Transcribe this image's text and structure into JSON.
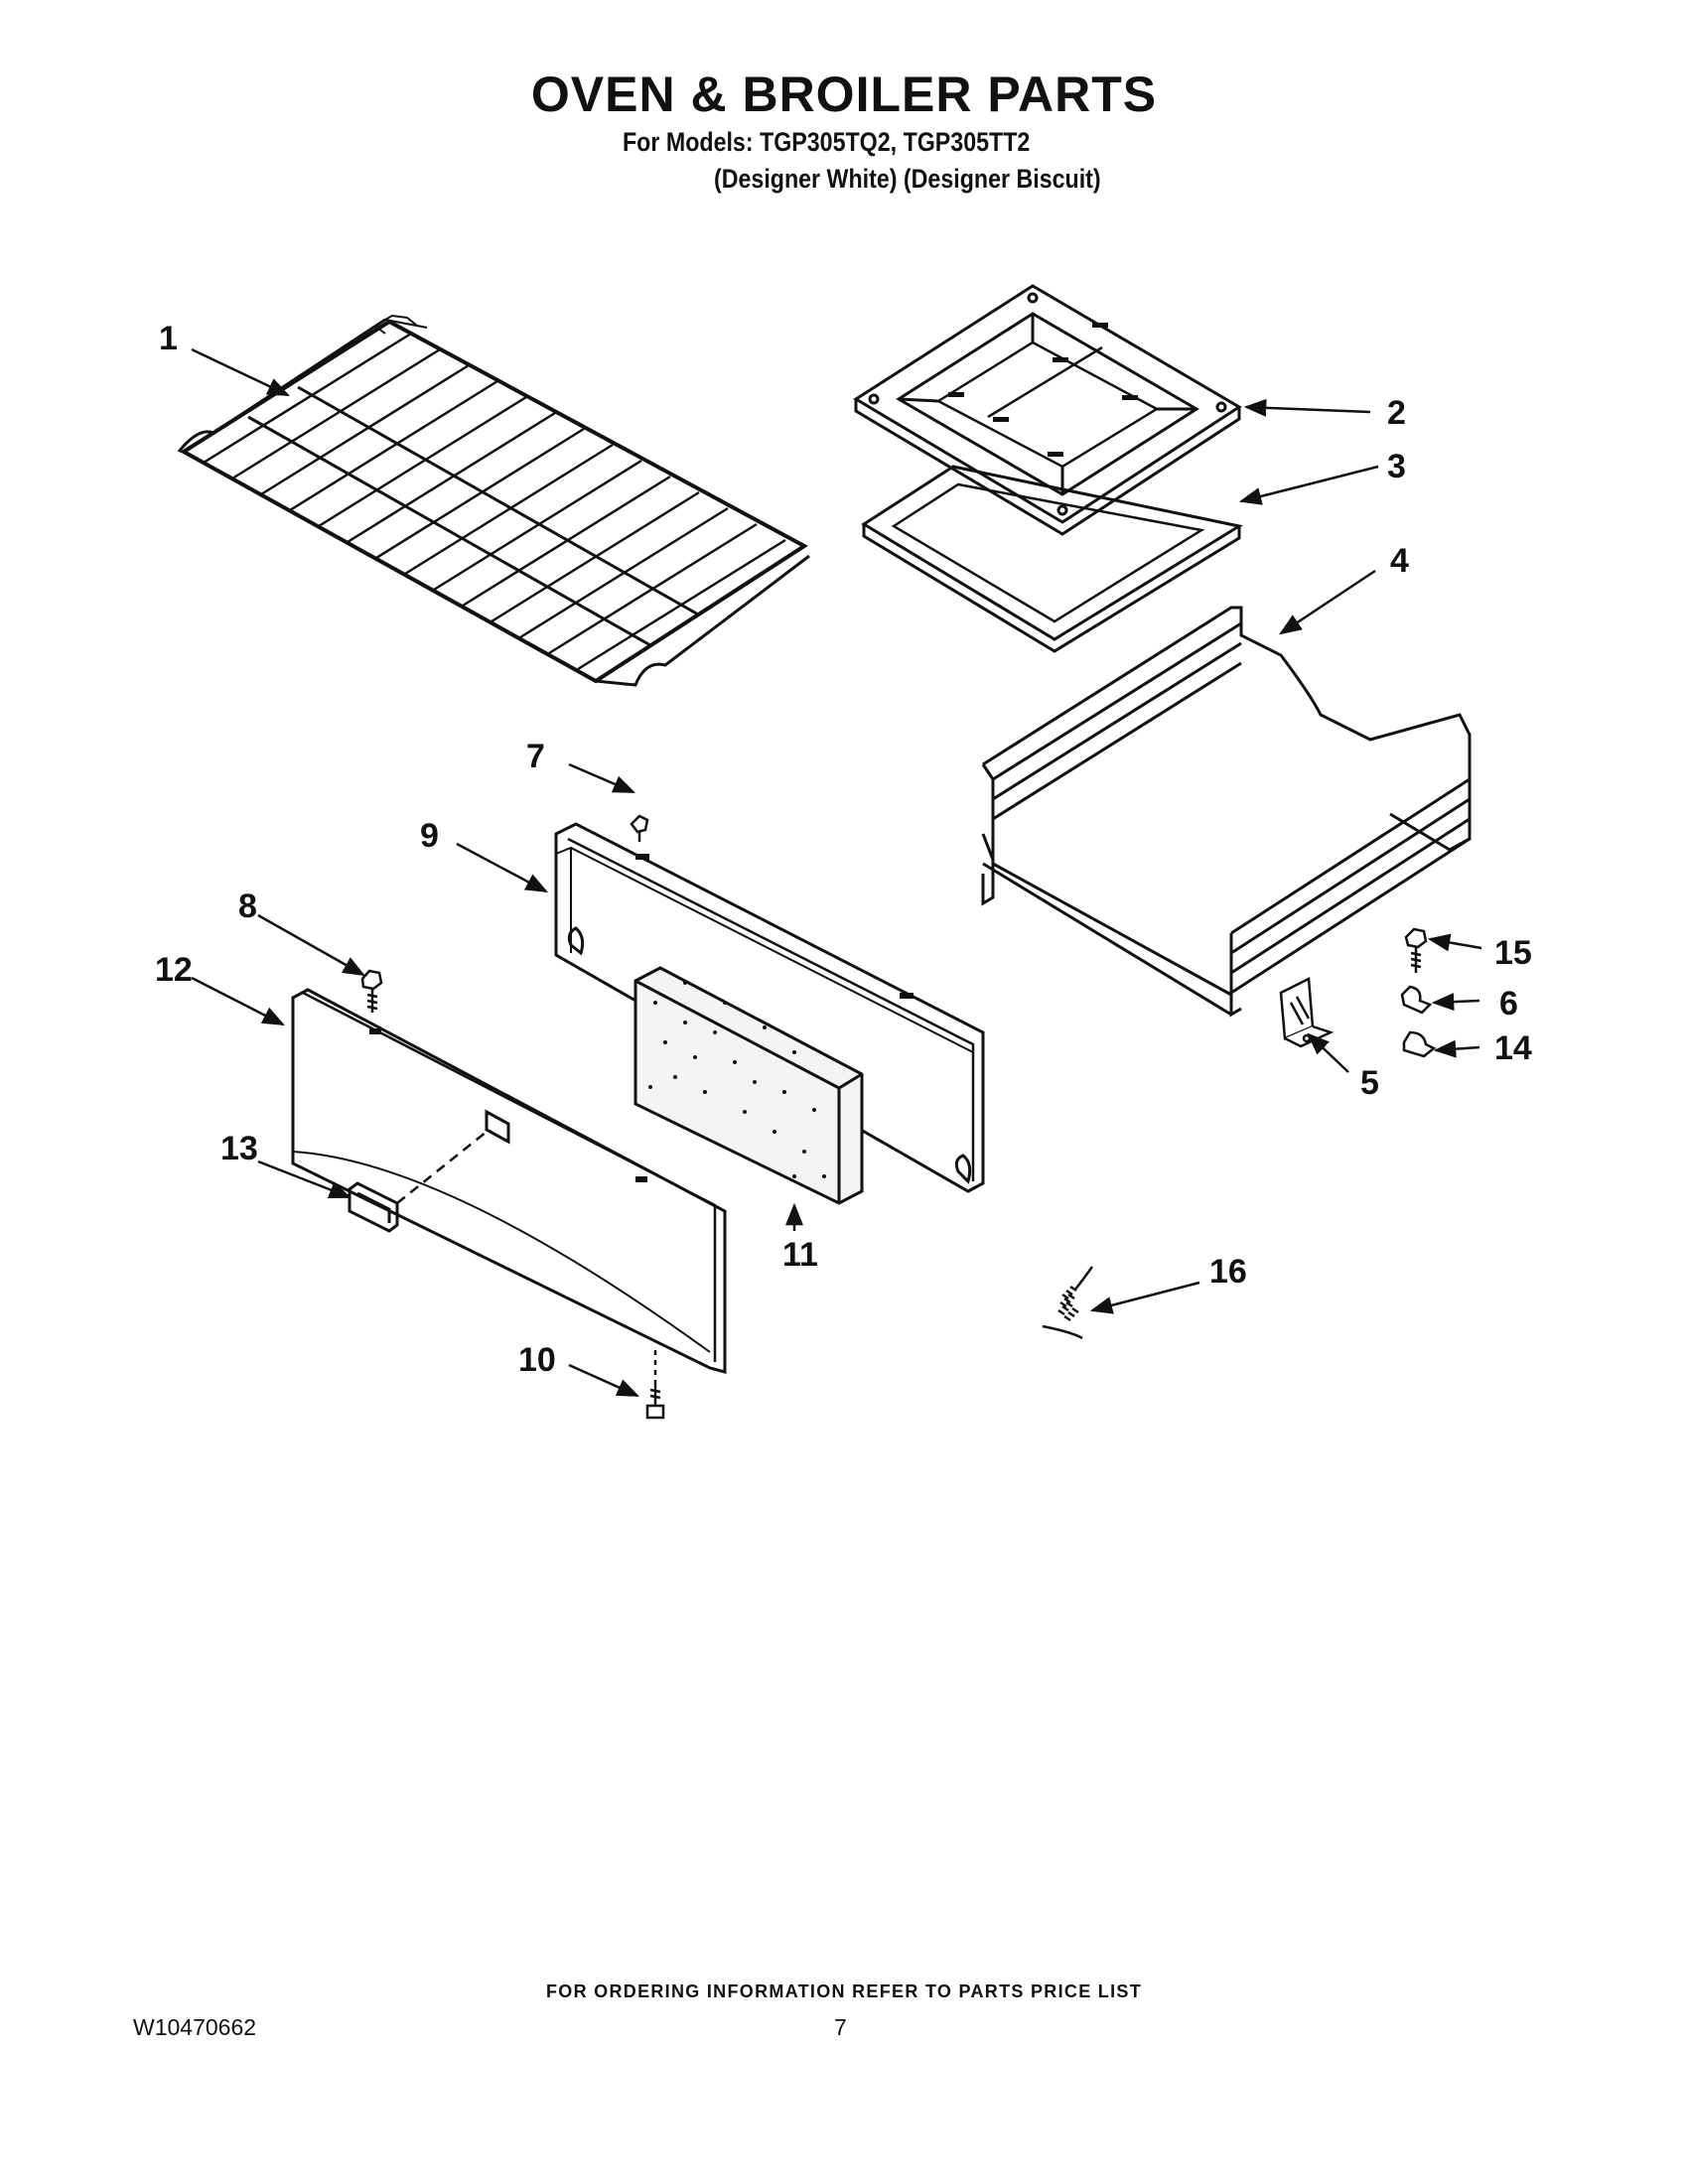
{
  "header": {
    "title": "OVEN & BROILER PARTS",
    "models_line": "For Models: TGP305TQ2, TGP305TT2",
    "colors_line": "(Designer White) (Designer Biscuit)"
  },
  "diagram": {
    "callouts": [
      "1",
      "2",
      "3",
      "4",
      "5",
      "6",
      "7",
      "8",
      "9",
      "10",
      "11",
      "12",
      "13",
      "14",
      "15",
      "16"
    ]
  },
  "footer": {
    "ordering_note": "FOR ORDERING INFORMATION REFER TO PARTS PRICE LIST",
    "document_number": "W10470662",
    "page_number": "7"
  }
}
